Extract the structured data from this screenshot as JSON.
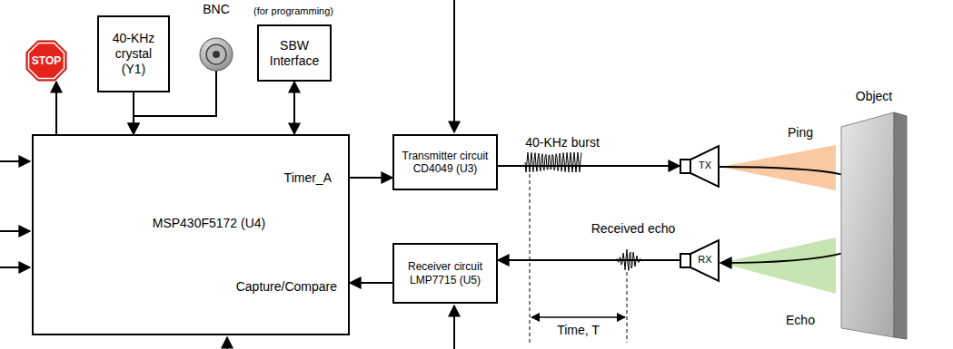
{
  "diagram": {
    "nodes": [
      {
        "text": [
          "STOP"
        ]
      },
      {
        "text": [
          "40-KHz crystal (Y1)"
        ]
      },
      {
        "text": [
          "BNC"
        ]
      },
      {
        "text": [
          "SBW Interface"
        ]
      },
      {
        "text": [
          "MSP430F5172 (U4)",
          "Timer_A",
          "Capture/Compare"
        ]
      },
      {
        "text": [
          "Transmitter circuit CD4049 (U3)"
        ]
      },
      {
        "text": [
          "Receiver circuit LMP7715 (U5)"
        ]
      },
      {
        "text": [
          "TX"
        ]
      },
      {
        "text": [
          "RX"
        ]
      },
      {
        "text": [
          "Object"
        ]
      }
    ],
    "edges": [
      {
        "from": 4,
        "to": 0,
        "arrow": "to"
      },
      {
        "from": 1,
        "to": 4,
        "arrow": "to"
      },
      {
        "from": 2,
        "to": 4,
        "arrow": "to"
      },
      {
        "from": 3,
        "to": 4,
        "arrow": "both"
      },
      {
        "from": 4,
        "to": 5,
        "arrow": "to"
      },
      {
        "from": 5,
        "to": 7,
        "arrow": "to"
      },
      {
        "from": 7,
        "to": 9,
        "arrow": "none"
      },
      {
        "from": 9,
        "to": 8,
        "arrow": "to"
      },
      {
        "from": 8,
        "to": 6,
        "arrow": "to"
      },
      {
        "from": 6,
        "to": 4,
        "arrow": "to"
      }
    ],
    "labels": [
      "(for programming)",
      "40-KHz burst",
      "Ping",
      "Received echo",
      "Time, T",
      "Echo"
    ]
  }
}
